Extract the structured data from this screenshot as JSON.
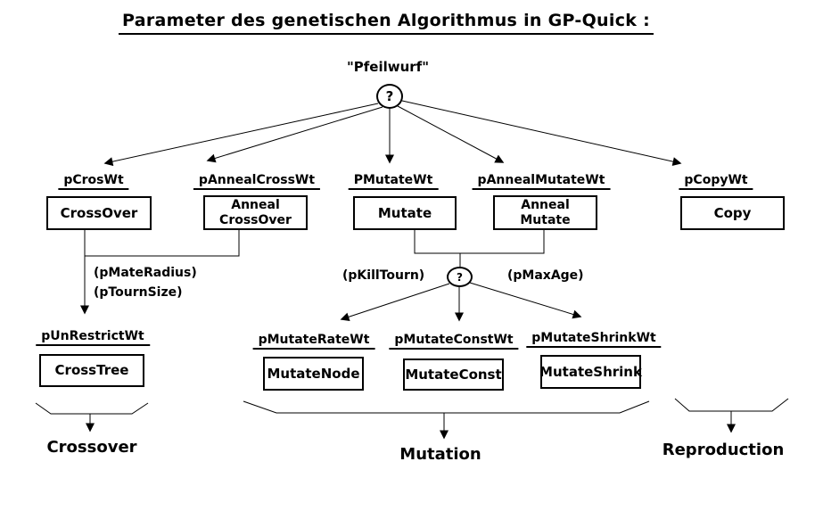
{
  "title": "Parameter des genetischen Algorithmus in GP-Quick :",
  "root": {
    "caption": "\"Pfeilwurf\"",
    "symbol": "?"
  },
  "mutation_selector": {
    "symbol": "?"
  },
  "top_nodes": [
    {
      "param": "pCrosWt",
      "box": "CrossOver"
    },
    {
      "param": "pAnnealCrossWt",
      "box": "Anneal\nCrossOver"
    },
    {
      "param": "PMutateWt",
      "box": "Mutate"
    },
    {
      "param": "pAnnealMutateWt",
      "box": "Anneal\nMutate"
    },
    {
      "param": "pCopyWt",
      "box": "Copy"
    }
  ],
  "side_params": {
    "mate_radius": "(pMateRadius)",
    "tourn_size": "(pTournSize)",
    "kill_tourn": "(pKillTourn)",
    "max_age": "(pMaxAge)"
  },
  "sub_nodes": [
    {
      "param": "pUnRestrictWt",
      "box": "CrossTree"
    },
    {
      "param": "pMutateRateWt",
      "box": "MutateNode"
    },
    {
      "param": "pMutateConstWt",
      "box": "MutateConst"
    },
    {
      "param": "pMutateShrinkWt",
      "box": "MutateShrink"
    }
  ],
  "groups": [
    {
      "label": "Crossover"
    },
    {
      "label": "Mutation"
    },
    {
      "label": "Reproduction"
    }
  ],
  "colors": {
    "ink": "#000000",
    "background": "#ffffff"
  }
}
